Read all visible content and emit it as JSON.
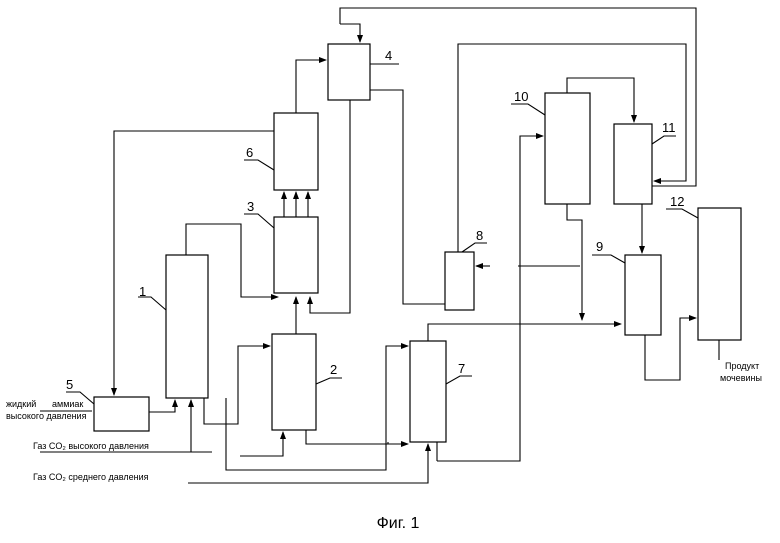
{
  "diagram": {
    "unit_numbers": [
      "1",
      "2",
      "3",
      "4",
      "5",
      "6",
      "7",
      "8",
      "9",
      "10",
      "11",
      "12"
    ],
    "labels": {
      "liquid_ammonia_line1": "жидкий",
      "liquid_ammonia_line1b": "аммиак",
      "liquid_ammonia_line2": "высокого давления",
      "co2_high": "Газ CO₂ высокого давления",
      "co2_medium": "Газ CO₂ среднего давления",
      "product_line1": "Продукт",
      "product_line2": "мочевины"
    },
    "caption": "Фиг. 1"
  }
}
